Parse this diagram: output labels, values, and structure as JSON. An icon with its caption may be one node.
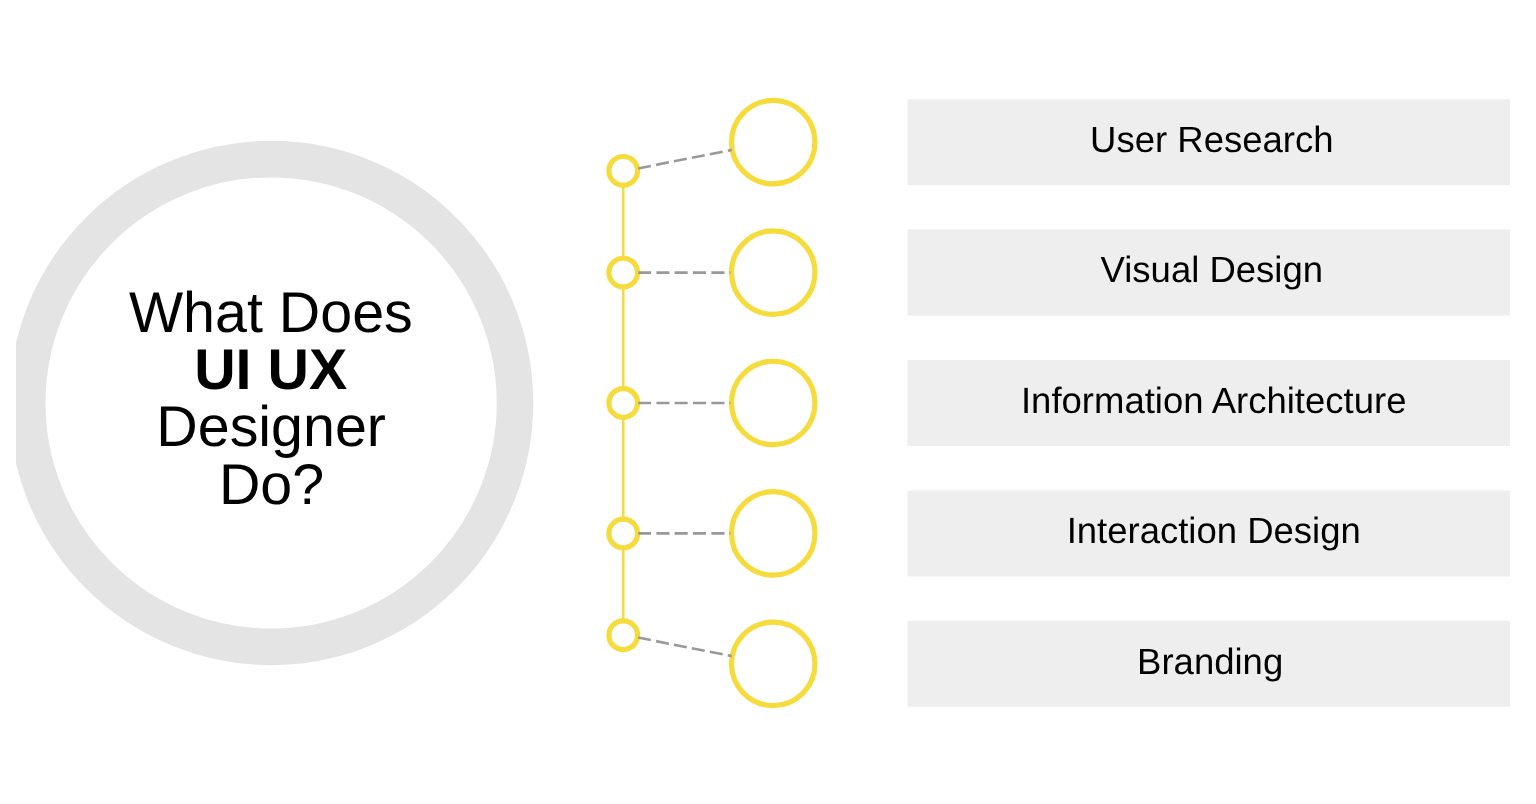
{
  "diagram": {
    "nodes": [
      {
        "text": [
          "What Does **UI UX** Designer Do?"
        ]
      },
      {
        "text": [],
        "shape": "circle"
      },
      {
        "text": [],
        "shape": "circle"
      },
      {
        "text": [
          "User Research"
        ]
      },
      {
        "text": [],
        "shape": "circle"
      },
      {
        "text": [],
        "shape": "circle"
      },
      {
        "text": [
          "Visual Design"
        ]
      },
      {
        "text": [],
        "shape": "circle"
      },
      {
        "text": [],
        "shape": "circle"
      },
      {
        "text": [
          "Information Architecture"
        ]
      },
      {
        "text": [],
        "shape": "circle"
      },
      {
        "text": [],
        "shape": "circle"
      },
      {
        "text": [
          "Interaction Design"
        ]
      },
      {
        "text": [],
        "shape": "circle"
      },
      {
        "text": [],
        "shape": "circle"
      },
      {
        "text": [
          "Branding"
        ]
      }
    ],
    "edges": [
      {
        "from": 1,
        "to": 2,
        "arrow": "none",
        "style": "dashed"
      },
      {
        "from": 4,
        "to": 5,
        "arrow": "none",
        "style": "dashed"
      },
      {
        "from": 7,
        "to": 8,
        "arrow": "none",
        "style": "dashed"
      },
      {
        "from": 10,
        "to": 11,
        "arrow": "none",
        "style": "dashed"
      },
      {
        "from": 13,
        "to": 14,
        "arrow": "none",
        "style": "dashed"
      },
      {
        "from": 1,
        "to": 4,
        "arrow": "none",
        "color": "#f5dc3c"
      },
      {
        "from": 4,
        "to": 7,
        "arrow": "none",
        "color": "#f5dc3c"
      },
      {
        "from": 7,
        "to": 10,
        "arrow": "none",
        "color": "#f5dc3c"
      },
      {
        "from": 10,
        "to": 13,
        "arrow": "none",
        "color": "#f5dc3c"
      }
    ]
  }
}
